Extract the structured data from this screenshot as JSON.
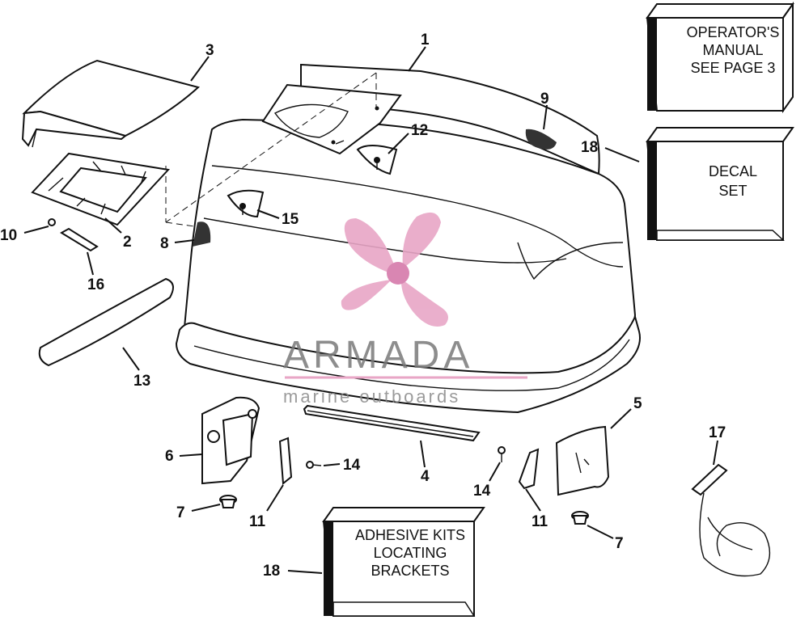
{
  "callouts": [
    {
      "id": "c1",
      "text": "1"
    },
    {
      "id": "c2",
      "text": "2"
    },
    {
      "id": "c3",
      "text": "3"
    },
    {
      "id": "c4",
      "text": "4"
    },
    {
      "id": "c5",
      "text": "5"
    },
    {
      "id": "c6",
      "text": "6"
    },
    {
      "id": "c7a",
      "text": "7"
    },
    {
      "id": "c7b",
      "text": "7"
    },
    {
      "id": "c8",
      "text": "8"
    },
    {
      "id": "c9",
      "text": "9"
    },
    {
      "id": "c10",
      "text": "10"
    },
    {
      "id": "c11a",
      "text": "11"
    },
    {
      "id": "c11b",
      "text": "11"
    },
    {
      "id": "c12",
      "text": "12"
    },
    {
      "id": "c13",
      "text": "13"
    },
    {
      "id": "c14a",
      "text": "14"
    },
    {
      "id": "c14b",
      "text": "14"
    },
    {
      "id": "c15",
      "text": "15"
    },
    {
      "id": "c16",
      "text": "16"
    },
    {
      "id": "c17",
      "text": "17"
    },
    {
      "id": "c18a",
      "text": "18"
    },
    {
      "id": "c18b",
      "text": "18"
    }
  ],
  "boxes": {
    "operators_manual": [
      "OPERATOR'S",
      "MANUAL",
      "SEE PAGE 3"
    ],
    "decal_set": [
      "DECAL",
      "SET"
    ],
    "adhesive_kits": [
      "ADHESIVE KITS",
      "LOCATING",
      "BRACKETS"
    ]
  },
  "watermark": {
    "brand": "ARMADA",
    "tagline": "marine outboards",
    "color": "#e8a6c6"
  }
}
